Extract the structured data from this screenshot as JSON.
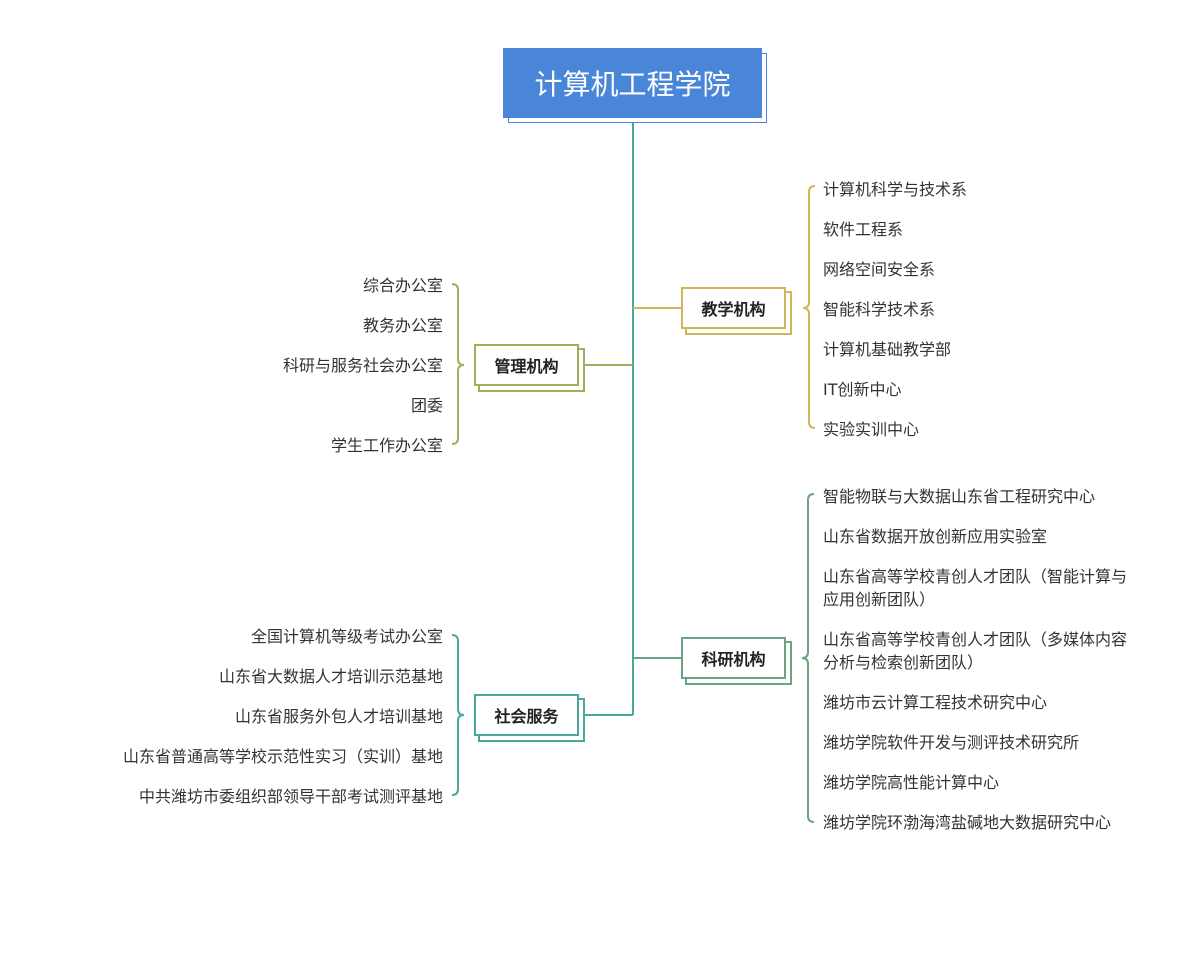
{
  "title": "计算机工程学院",
  "colors": {
    "root": "#4a86d8",
    "line_main": "#4aa79a",
    "guanli": "#a3ae5a",
    "jiaoxue": "#d2b55a",
    "keyan": "#6aa483",
    "shehui": "#4aa79a"
  },
  "branches": {
    "guanli": {
      "label": "管理机构",
      "items": [
        "综合办公室",
        "教务办公室",
        "科研与服务社会办公室",
        "团委",
        "学生工作办公室"
      ]
    },
    "jiaoxue": {
      "label": "教学机构",
      "items": [
        "计算机科学与技术系",
        "软件工程系",
        "网络空间安全系",
        "智能科学技术系",
        "计算机基础教学部",
        "IT创新中心",
        "实验实训中心"
      ]
    },
    "keyan": {
      "label": "科研机构",
      "items": [
        "智能物联与大数据山东省工程研究中心",
        "山东省数据开放创新应用实验室",
        "山东省高等学校青创人才团队（智能计算与应用创新团队）",
        "山东省高等学校青创人才团队（多媒体内容分析与检索创新团队）",
        "潍坊市云计算工程技术研究中心",
        "潍坊学院软件开发与测评技术研究所",
        "潍坊学院高性能计算中心",
        "潍坊学院环渤海湾盐碱地大数据研究中心"
      ]
    },
    "shehui": {
      "label": "社会服务",
      "items": [
        "全国计算机等级考试办公室",
        "山东省大数据人才培训示范基地",
        "山东省服务外包人才培训基地",
        "山东省普通高等学校示范性实习（实训）基地",
        "中共潍坊市委组织部领导干部考试测评基地"
      ]
    }
  }
}
